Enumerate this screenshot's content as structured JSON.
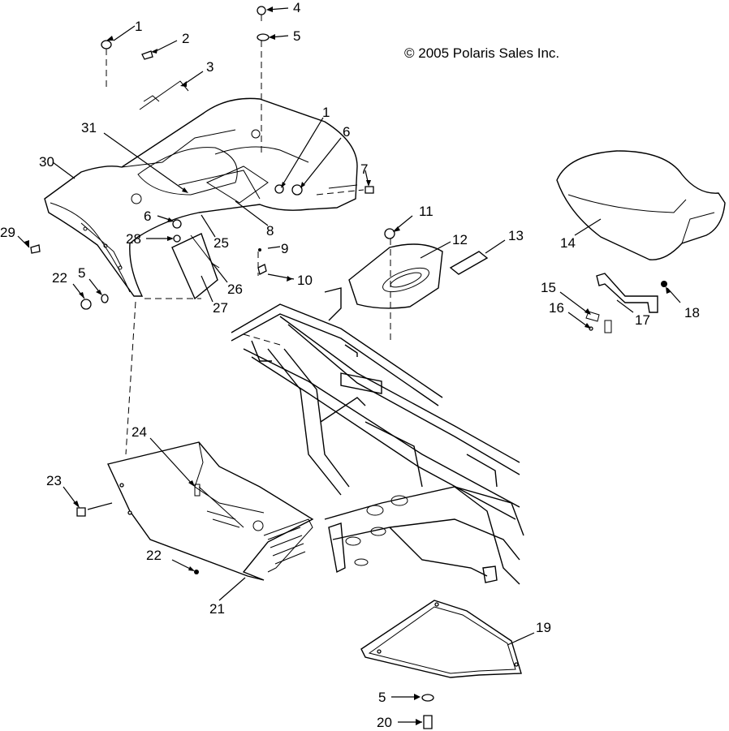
{
  "copyright": "© 2005 Polaris Sales Inc.",
  "callouts": {
    "c1a": "1",
    "c2": "2",
    "c3": "3",
    "c4": "4",
    "c5a": "5",
    "c1b": "1",
    "c6a": "6",
    "c7": "7",
    "c31": "31",
    "c30": "30",
    "c29": "29",
    "c6b": "6",
    "c28": "28",
    "c25": "25",
    "c8": "8",
    "c9": "9",
    "c10": "10",
    "c26": "26",
    "c27": "27",
    "c22a": "22",
    "c5b": "5",
    "c11": "11",
    "c12": "12",
    "c13": "13",
    "c14": "14",
    "c15": "15",
    "c16": "16",
    "c17": "17",
    "c18": "18",
    "c24": "24",
    "c23": "23",
    "c22b": "22",
    "c21": "21",
    "c19": "19",
    "c5c": "5",
    "c20": "20"
  }
}
